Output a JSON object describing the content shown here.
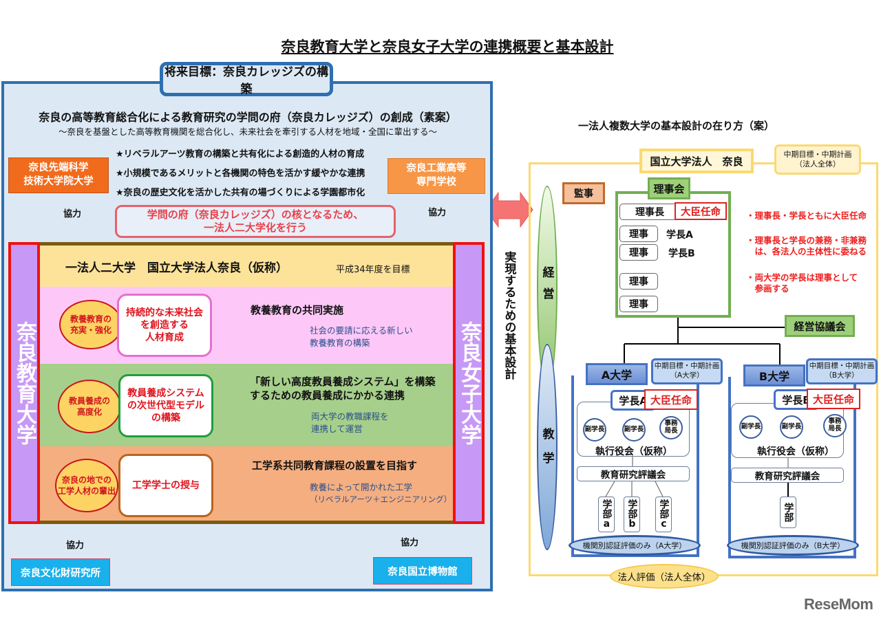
{
  "title": "奈良教育大学と奈良女子大学の連携概要と基本設計",
  "left": {
    "goal": "将来目標：奈良カレッジズの構築",
    "vision_title": "奈良の高等教育総合化による教育研究の学問の府（奈良カレッジズ）の創成（素案）",
    "vision_subtitle": "～奈良を基盤とした高等教育機関を総合化し、未来社会を牽引する人材を地域・全国に輩出する～",
    "stars": [
      "★リベラルアーツ教育の構築と共有化による創造的人材の育成",
      "★小規模であるメリットと各機関の特色を活かす緩やかな連携",
      "★奈良の歴史文化を活かした共有の場づくりによる学園都市化"
    ],
    "partners": {
      "top_left": [
        "奈良先端科学",
        "技術大学院大学"
      ],
      "top_right": [
        "奈良工業高等",
        "専門学校"
      ],
      "bottom_left": "奈良文化財研究所",
      "bottom_right": "奈良国立博物館"
    },
    "cooperation": "協力",
    "core_message": [
      "学問の府（奈良カレッジズ）の核となるため、",
      "一法人二大学化を行う"
    ],
    "union_title": "一法人二大学　国立大学法人奈良（仮称）",
    "union_target": "平成34年度を目標",
    "univ_left": "奈良教育大学",
    "univ_right": "奈良女子大学",
    "rows": [
      {
        "circle": [
          "教養教育の",
          "充実・強化"
        ],
        "box": [
          "持続的な未来社会",
          "を創造する",
          "人材育成"
        ],
        "theme": [
          "教養教育の共同実施"
        ],
        "sub": [
          "社会の要請に応える新しい",
          "教養教育の構築"
        ],
        "color": "#e66fd0"
      },
      {
        "circle": [
          "教員養成の",
          "高度化"
        ],
        "box": [
          "教員養成システム",
          "の次世代型モデル",
          "の構築"
        ],
        "theme": [
          "「新しい高度教員養成システム」を構築",
          "するための教員養成にかかる連携"
        ],
        "sub": [
          "両大学の教職課程を",
          "連携して運営"
        ],
        "color": "#1e9e3c"
      },
      {
        "circle": [
          "奈良の地での",
          "工学人材の輩出"
        ],
        "box": [
          "工学学士の授与"
        ],
        "theme": [
          "工学系共同教育課程の設置を目指す"
        ],
        "sub": [
          "教養によって開かれた工学",
          "（リベラルアーツ＋エンジニアリング）"
        ],
        "color": "#b8641e"
      }
    ]
  },
  "middle": {
    "label": "実現するための基本設計",
    "arrow": "double-arrow-icon"
  },
  "right": {
    "title": "一法人複数大学の基本設計の在り方（案）",
    "corporation": "国立大学法人　奈良",
    "corp_plan": [
      "中期目標・中期計画",
      "（法人全体）"
    ],
    "auditor": "監事",
    "board": "理事会",
    "chair": "理事長",
    "minister_appointed": "大臣任命",
    "director": "理事",
    "president_a_tag": "学長A",
    "president_b_tag": "学長B",
    "ellipsis": "⋮",
    "notes": [
      [
        "・理事長・学長ともに大臣任命"
      ],
      [
        "・理事長と学長の兼務・非兼務",
        "　は、各法人の主体性に委ねる"
      ],
      [
        "・両大学の学長は理事として",
        "　参画する"
      ]
    ],
    "management_council": "経営協議会",
    "side_mgmt": "経営",
    "side_edu": "教学",
    "univ_a": {
      "name": "A大学",
      "plan": [
        "中期目標・中期計画",
        "（A大学）"
      ],
      "president": "学長A",
      "vps": [
        "副学長",
        "副学長",
        "事務局長"
      ],
      "exec": "執行役会（仮称）",
      "senate": "教育研究評議会",
      "faculties": [
        "学部a",
        "学部b",
        "学部c"
      ],
      "cert": "機関別認証評価のみ（A大学）"
    },
    "univ_b": {
      "name": "B大学",
      "plan": [
        "中期目標・中期計画",
        "（B大学）"
      ],
      "president": "学長B",
      "vps": [
        "副学長",
        "副学長",
        "事務局長"
      ],
      "exec": "執行役会（仮称）",
      "senate": "教育研究評議会",
      "faculties": [
        "学部"
      ],
      "cert": "機関別認証評価のみ（B大学）"
    },
    "corp_eval": "法人評価（法人全体）"
  },
  "logo": "ReseMom"
}
